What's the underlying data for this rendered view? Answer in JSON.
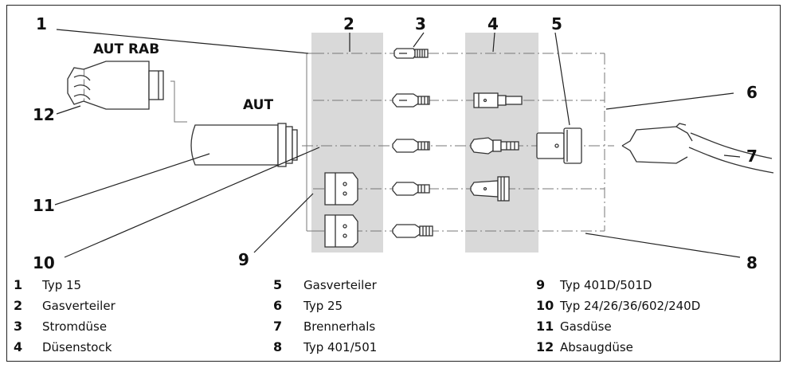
{
  "callouts": {
    "n1": "1",
    "n2": "2",
    "n3": "3",
    "n4": "4",
    "n5": "5",
    "n6": "6",
    "n7": "7",
    "n8": "8",
    "n9": "9",
    "n10": "10",
    "n11": "11",
    "n12": "12"
  },
  "labels": {
    "aut_rab": "AUT RAB",
    "aut": "AUT"
  },
  "legend": [
    {
      "num": "1",
      "text": "Typ 15"
    },
    {
      "num": "2",
      "text": "Gasverteiler"
    },
    {
      "num": "3",
      "text": "Stromdüse"
    },
    {
      "num": "4",
      "text": "Düsenstock"
    },
    {
      "num": "5",
      "text": "Gasverteiler"
    },
    {
      "num": "6",
      "text": "Typ 25"
    },
    {
      "num": "7",
      "text": "Brennerhals"
    },
    {
      "num": "8",
      "text": "Typ 401/501"
    },
    {
      "num": "9",
      "text": "Typ 401D/501D"
    },
    {
      "num": "10",
      "text": "Typ 24/26/36/602/240D"
    },
    {
      "num": "11",
      "text": "Gasdüse"
    },
    {
      "num": "12",
      "text": "Absaugdüse"
    }
  ],
  "colors": {
    "band": "#d9d9d9",
    "line": "#555555",
    "ink": "#111111"
  }
}
